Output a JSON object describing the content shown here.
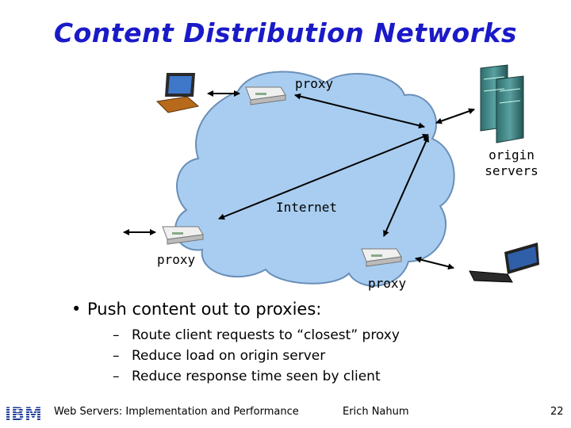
{
  "title": "Content Distribution Networks",
  "labels": {
    "proxy_top": "proxy",
    "proxy_left": "proxy",
    "proxy_bottom": "proxy",
    "internet": "Internet",
    "origin_line1": "origin",
    "origin_line2": "servers"
  },
  "bullet": {
    "main": "Push content out to proxies:",
    "subs": [
      "Route client requests to “closest” proxy",
      "Reduce load on origin server",
      "Reduce response time seen by client"
    ]
  },
  "footer": {
    "logo": "IBM",
    "course": "Web Servers: Implementation and Performance",
    "author": "Erich Nahum",
    "page": "22"
  },
  "colors": {
    "title": "#1a1ac8",
    "cloud_fill": "#a8cdf0",
    "cloud_stroke": "#6a8fb8",
    "logo": "#1f3f99"
  }
}
